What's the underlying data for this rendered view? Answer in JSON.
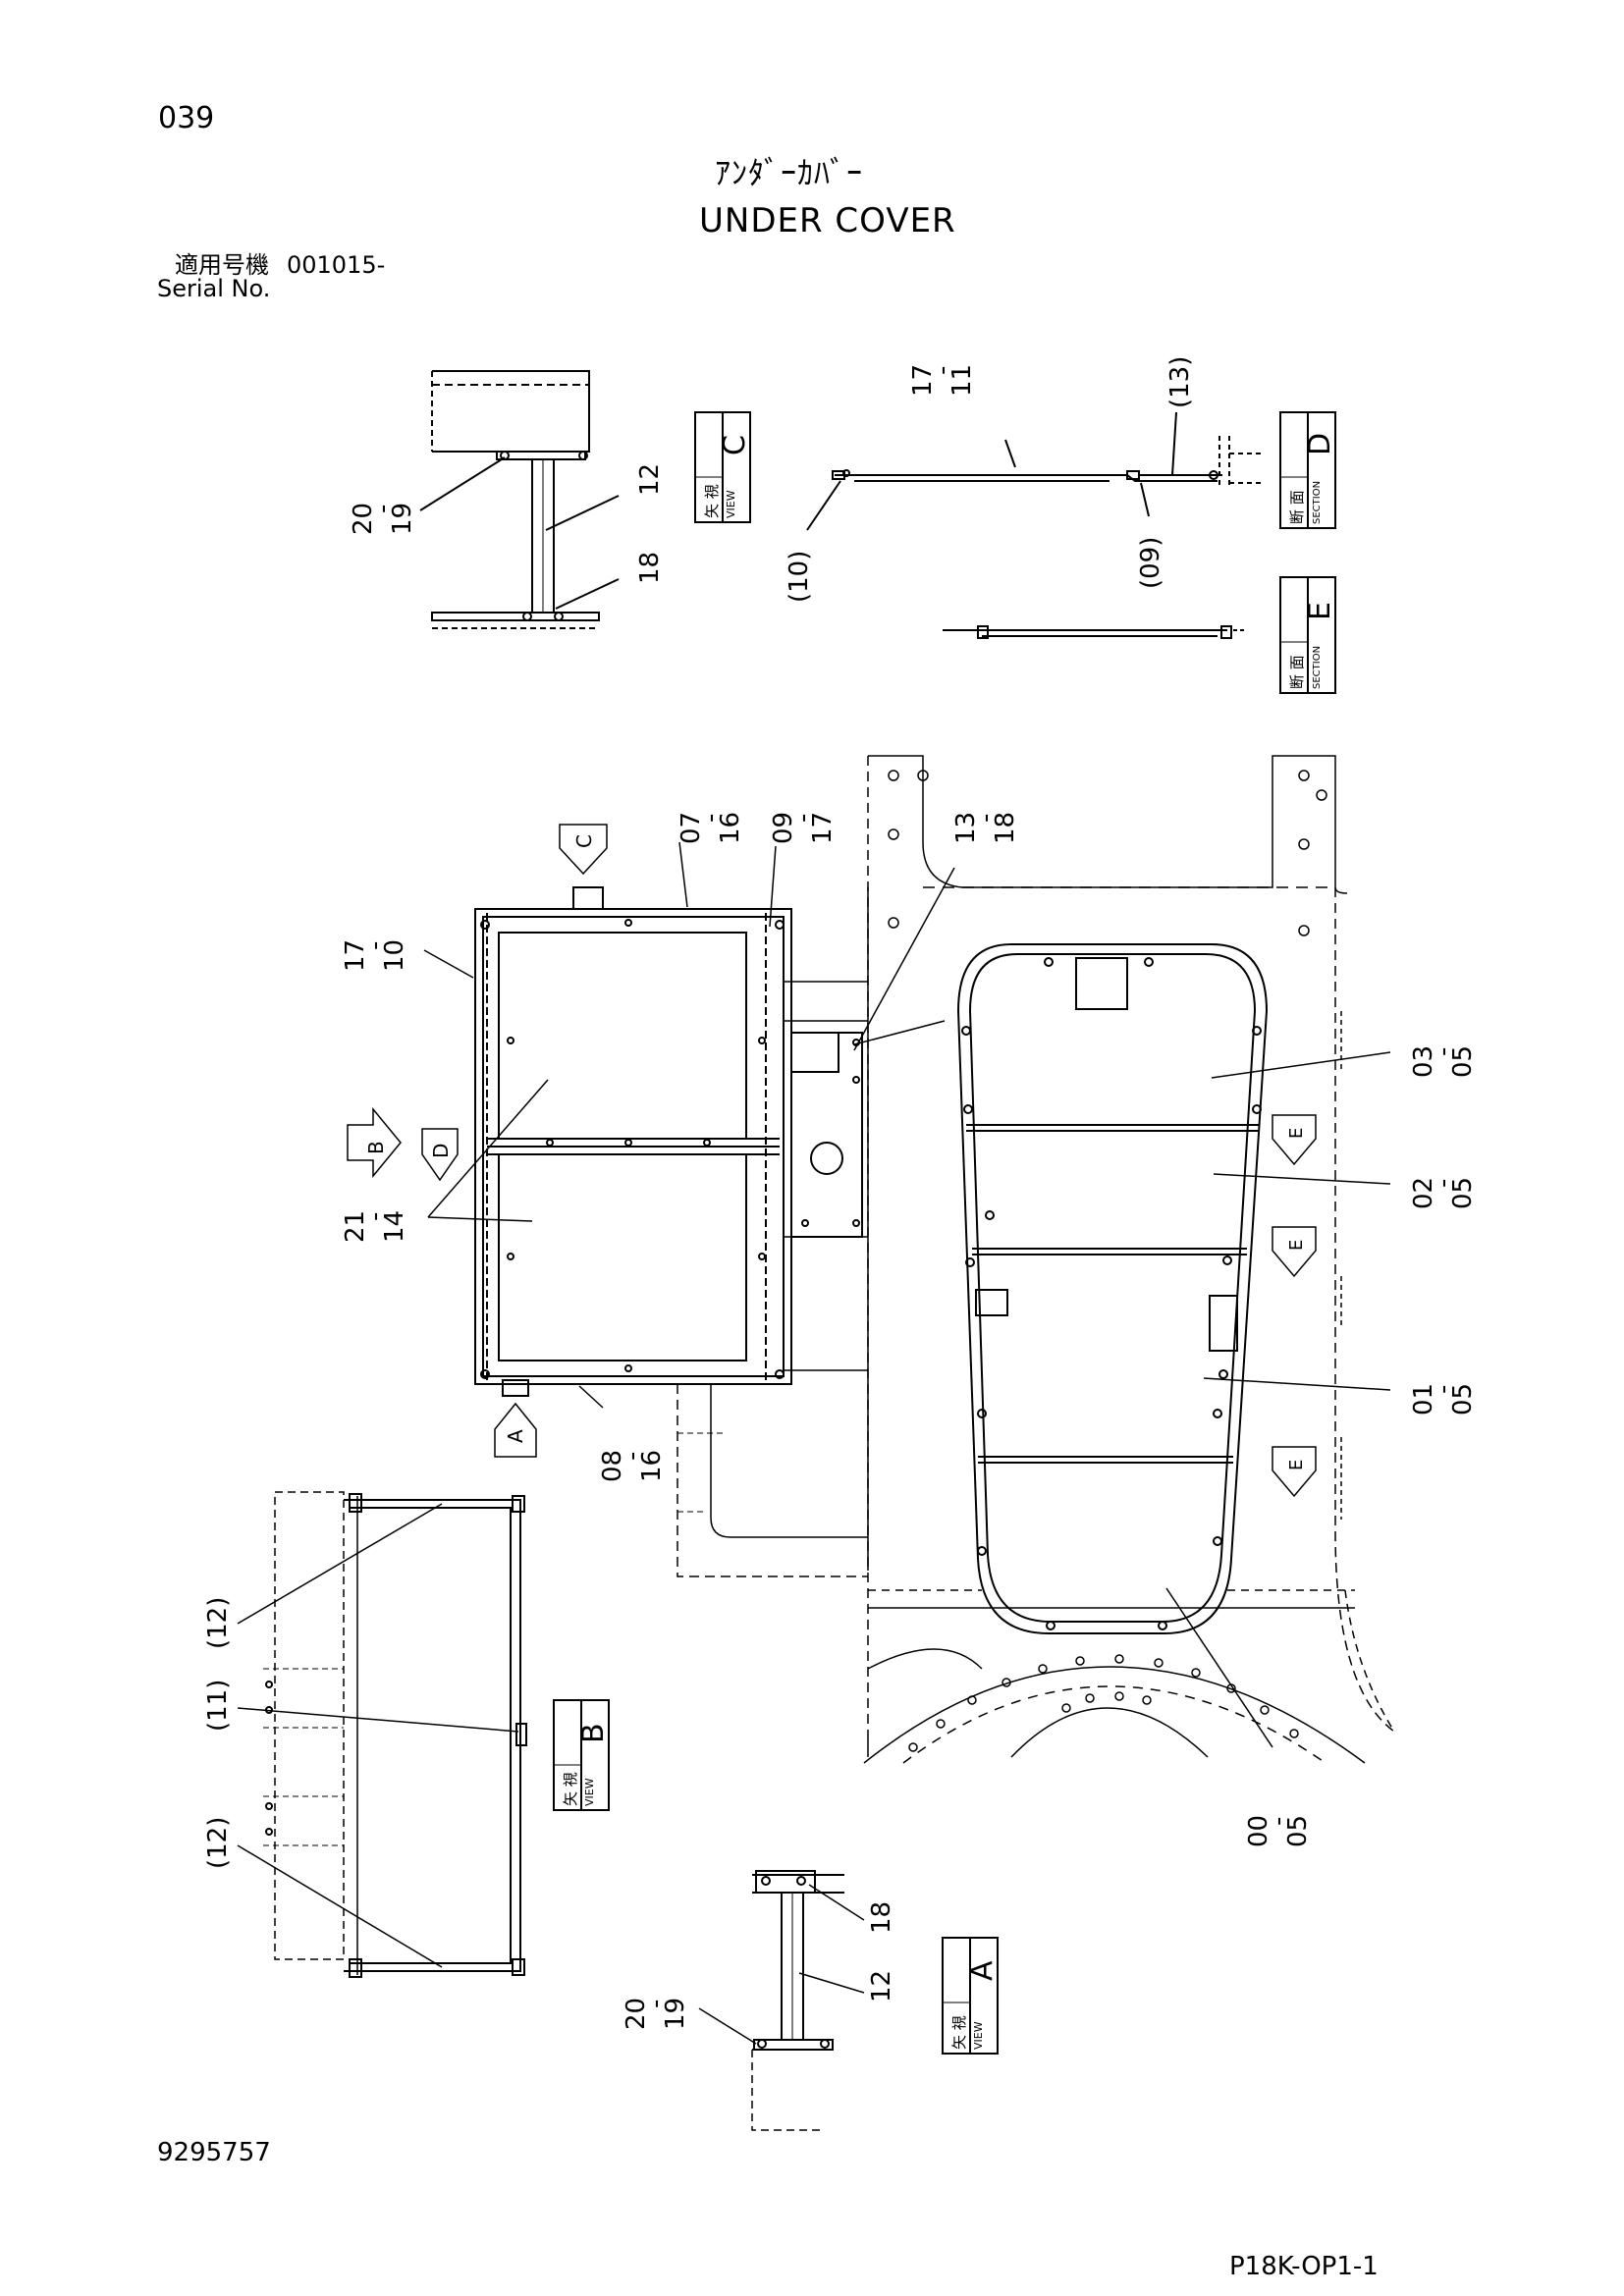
{
  "page_number": "039",
  "title_jp": "ｱﾝﾀﾞｰｶﾊﾞｰ",
  "title_en": "UNDER COVER",
  "serial": {
    "label_jp": "適用号機",
    "value": "001015-",
    "label_en": "Serial No."
  },
  "doc_number": "9295757",
  "sheet_id": "P18K-OP1-1",
  "views": {
    "kanji_view": "矢 視",
    "kanji_section": "断 面",
    "view_word": "VIEW",
    "section_word": "SECTION",
    "letters": {
      "A": "A",
      "B": "B",
      "C": "C",
      "D": "D",
      "E": "E"
    }
  },
  "callouts": {
    "c_20_19": [
      "20",
      "19"
    ],
    "c_12": "12",
    "c_18": "18",
    "c_17_11": [
      "17",
      "11"
    ],
    "c_13p": "(13)",
    "c_10p": "(10)",
    "c_09p": "(09)",
    "c_07_16": [
      "07",
      "16"
    ],
    "c_09_17": [
      "09",
      "17"
    ],
    "c_13_18": [
      "13",
      "18"
    ],
    "c_17_10": [
      "17",
      "10"
    ],
    "c_21_14": [
      "21",
      "14"
    ],
    "c_08_16": [
      "08",
      "16"
    ],
    "c_03_05": [
      "03",
      "05"
    ],
    "c_02_05": [
      "02",
      "05"
    ],
    "c_01_05": [
      "01",
      "05"
    ],
    "c_00_05": [
      "00",
      "05"
    ],
    "c_12p": "(12)",
    "c_11p": "(11)"
  }
}
